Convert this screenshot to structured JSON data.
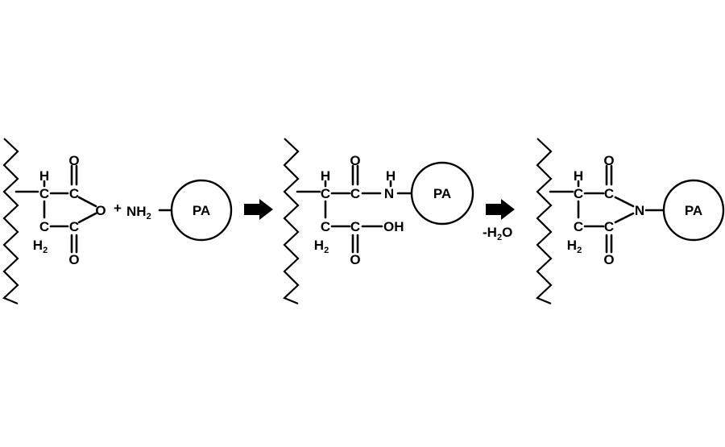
{
  "reactant": {
    "atoms": {
      "h_top": "H",
      "c_ch": "C",
      "c_carbonyl_top": "C",
      "o_top": "O",
      "o_bridge": "O",
      "c_ch2": "C",
      "h2_base": "H",
      "h2_sub": "2",
      "c_carbonyl_bottom": "C",
      "o_bottom": "O"
    },
    "plus": "+",
    "amine_base": "NH",
    "amine_sub": "2",
    "circle_label": "PA"
  },
  "intermediate": {
    "atoms": {
      "h_top": "H",
      "c_ch": "C",
      "c_carbonyl": "C",
      "o_top": "O",
      "n_amide": "N",
      "h_on_n": "H",
      "c_ch2": "C",
      "h2_base": "H",
      "h2_sub": "2",
      "c_acid": "C",
      "oh": "OH",
      "o_bottom": "O"
    },
    "circle_label": "PA"
  },
  "product": {
    "atoms": {
      "h_top": "H",
      "c_ch": "C",
      "c_carbonyl_top": "C",
      "o_top": "O",
      "n_imide": "N",
      "c_ch2": "C",
      "h2_base": "H",
      "h2_sub": "2",
      "c_carbonyl_bottom": "C",
      "o_bottom": "O"
    },
    "circle_label": "PA"
  },
  "arrow2_label": {
    "prefix": "-H",
    "sub": "2",
    "suffix": "O"
  }
}
